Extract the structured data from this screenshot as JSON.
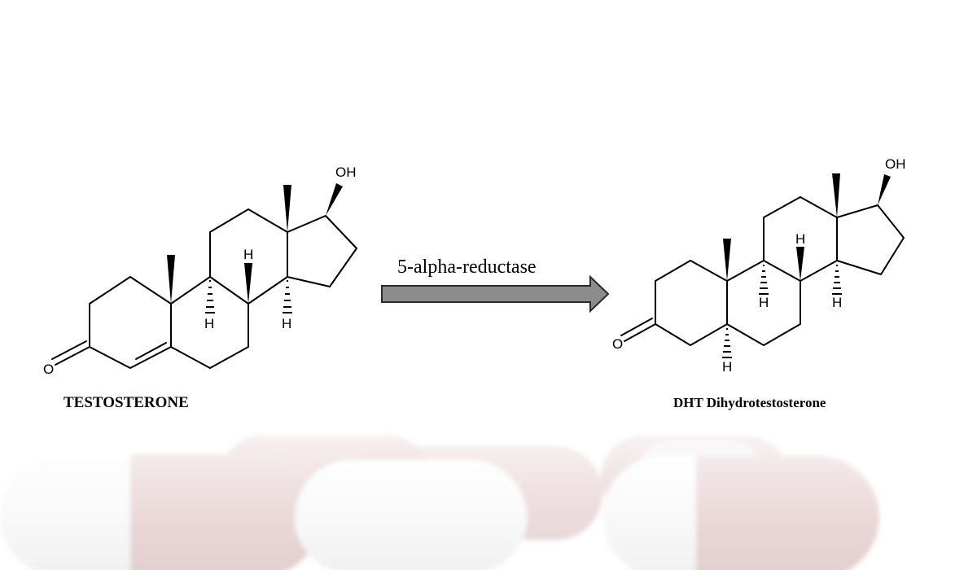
{
  "reaction": {
    "enzyme_label": "5-alpha-reductase",
    "reactant": {
      "name": "TESTOSTERONE",
      "atoms": {
        "hydroxyl": "OH",
        "oxygen": "O",
        "h_c9": "H",
        "h_c8": "H",
        "h_c14": "H"
      }
    },
    "product": {
      "name": "DHT Dihydrotestosterone",
      "atoms": {
        "hydroxyl": "OH",
        "oxygen": "O",
        "h_c8": "H",
        "h_c9": "H",
        "h_c14": "H",
        "h_c5": "H"
      }
    }
  },
  "colors": {
    "ink": "#000000",
    "arrow_fill": "#8c8c8c",
    "arrow_stroke": "#2a2a2a",
    "capsule_red": "#c8a0a0",
    "capsule_white": "#f1f1f1"
  }
}
